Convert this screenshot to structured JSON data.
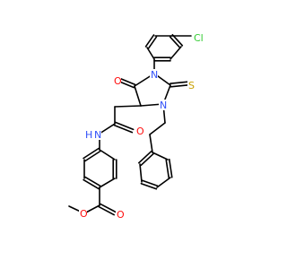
{
  "molecule": {
    "atoms": [
      {
        "id": "Cl",
        "label": "Cl",
        "color": "#33cc33"
      },
      {
        "id": "O1",
        "label": "O",
        "color": "#ff0d0d"
      },
      {
        "id": "N1",
        "label": "N",
        "color": "#3050f8"
      },
      {
        "id": "S",
        "label": "S",
        "color": "#c8a000"
      },
      {
        "id": "N2",
        "label": "N",
        "color": "#3050f8"
      },
      {
        "id": "O2",
        "label": "O",
        "color": "#ff0d0d"
      },
      {
        "id": "NH",
        "label": "H",
        "color": "#3050f8"
      },
      {
        "id": "NHN",
        "label": "N",
        "color": "#3050f8"
      },
      {
        "id": "O3",
        "label": "O",
        "color": "#ff0d0d"
      },
      {
        "id": "O4",
        "label": "O",
        "color": "#ff0d0d"
      }
    ]
  }
}
